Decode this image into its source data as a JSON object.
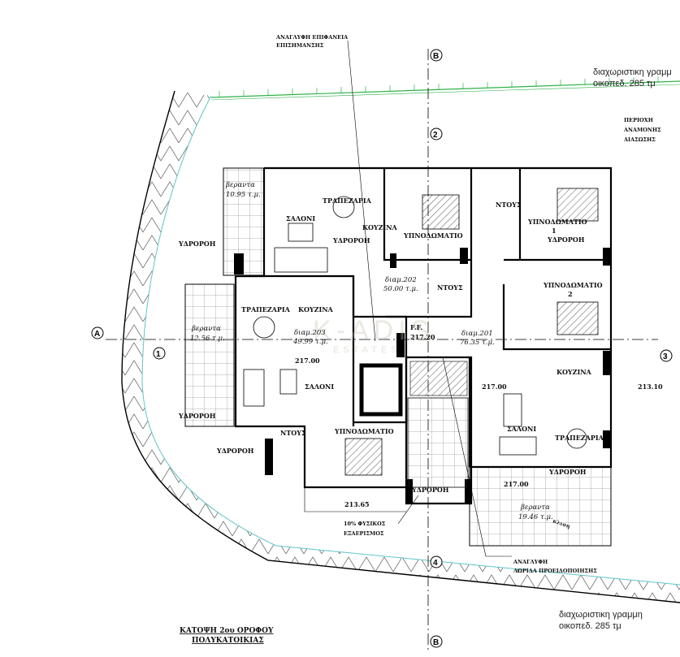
{
  "title": {
    "line1": "ΚΑΤΟΨΗ 2ου ΟΡΟΦΟΥ",
    "line2": "ΠΟΛΥΚΑΤΟΙΚΙΑΣ"
  },
  "boundary": {
    "top": {
      "line1": "διαχωριστικη γραμμ",
      "line2": "οικοπεδ. 285 τμ"
    },
    "bottom": {
      "line1": "διαχωριστικη γραμμη",
      "line2": "οικοπεδ. 285 τμ"
    }
  },
  "colors": {
    "boundary_green": "#2fb24a",
    "boundary_cyan": "#5fc4c8",
    "wall": "#000000"
  },
  "grid_markers": {
    "b_top": "B",
    "two": "2",
    "a": "A",
    "one": "1",
    "three": "3",
    "four": "4",
    "b_bottom": "B"
  },
  "annotations": {
    "tactile_surface": {
      "line1": "ΑΝΑΓΛΥΦΗ ΕΠΙΦΑΝΕΙΑ",
      "line2": "ΕΠΙΣΗΜΑΝΣΗΣ"
    },
    "rescue_area": {
      "line1": "ΠΕΡΙΟΧΗ",
      "line2": "ΑΝΑΜΟΝΗΣ",
      "line3": "ΔΙΑΣΩΣΗΣ"
    },
    "ventilation": {
      "line1": "10% ΦΥΣΙΚΟΣ",
      "line2": "ΕΞΑΕΡΙΣΜΟΣ"
    },
    "warning_strip": {
      "line1": "ΑΝΑΓΛΥΦΗ",
      "line2": "ΛΩΡΙΔΑ ΠΡΟΕΙΔΟΠΟΙΗΣΗΣ"
    },
    "ff": {
      "line1": "F.F.",
      "line2": "217.20"
    }
  },
  "downpipe_label": "ΥΔΡΟΡΟΗ",
  "slope_label": "κλιση",
  "levels": [
    "217.00",
    "217.00",
    "217.00",
    "213.10",
    "213.65"
  ],
  "apartments": {
    "a202": {
      "name": "διαμ.202",
      "area": "50.00 τ.μ.",
      "living": "ΣΑΛΟΝΙ",
      "dining": "ΤΡΑΠΕΖΑΡΙΑ",
      "kitchen": "ΚΟΥΖΙΝΑ",
      "bedroom": "ΥΠΝΟΔΩΜΑΤΙΟ",
      "shower": "ΝΤΟΥΣ",
      "veranda": "βεραντα",
      "veranda_area": "10.95 τ.μ."
    },
    "a203": {
      "name": "διαμ.203",
      "area": "49.99 τ.μ.",
      "living": "ΣΑΛΟΝΙ",
      "dining": "ΤΡΑΠΕΖΑΡΙΑ",
      "kitchen": "ΚΟΥΖΙΝΑ",
      "bedroom": "ΥΠΝΟΔΩΜΑΤΙΟ",
      "shower": "ΝΤΟΥΣ",
      "veranda": "βεραντα",
      "veranda_area": "12.56 τ.μ."
    },
    "a201": {
      "name": "διαμ.201",
      "area": "76.35 τ.μ.",
      "living": "ΣΑΛΟΝΙ",
      "dining": "ΤΡΑΠΕΖΑΡΙΑ",
      "kitchen": "ΚΟΥΖΙΝΑ",
      "bedroom1": "ΥΠΝΟΔΩΜΑΤΙΟ",
      "bedroom1_no": "1",
      "bedroom2": "ΥΠΝΟΔΩΜΑΤΙΟ",
      "bedroom2_no": "2",
      "shower": "ΝΤΟΥΣ",
      "veranda": "βεραντα",
      "veranda_area": "19.46 τ.μ."
    }
  },
  "watermark": {
    "main": "K-ADIS",
    "sub": "ESTATES"
  }
}
